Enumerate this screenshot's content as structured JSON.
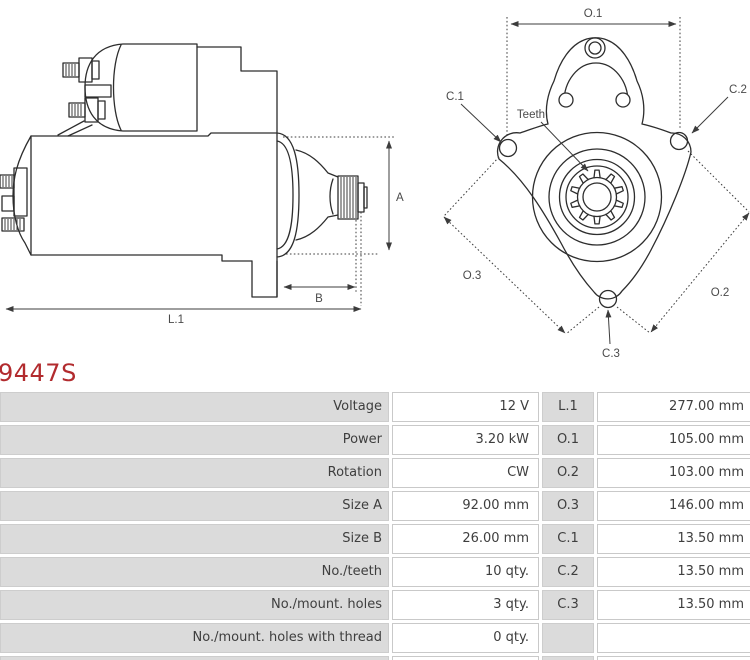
{
  "part_number": "9447S",
  "colors": {
    "accent_red": "#b22b2e",
    "table_label_bg": "#dbdbdb",
    "table_border": "#c9c9c9",
    "table_text": "#3e3e3e",
    "drawing_line": "#2d2d2d",
    "dim_label_text": "#4a4a4a"
  },
  "diagram": {
    "side": {
      "a": "A",
      "b": "B",
      "l1": "L.1"
    },
    "front": {
      "o1": "O.1",
      "o2": "O.2",
      "o3": "O.3",
      "c1": "C.1",
      "c2": "C.2",
      "c3": "C.3",
      "teeth": "Teeth"
    }
  },
  "specs": {
    "rows": [
      {
        "label": "Voltage",
        "value": "12 V",
        "dim": "L.1",
        "dim_value": "277.00 mm"
      },
      {
        "label": "Power",
        "value": "3.20 kW",
        "dim": "O.1",
        "dim_value": "105.00 mm"
      },
      {
        "label": "Rotation",
        "value": "CW",
        "dim": "O.2",
        "dim_value": "103.00 mm"
      },
      {
        "label": "Size A",
        "value": "92.00 mm",
        "dim": "O.3",
        "dim_value": "146.00 mm"
      },
      {
        "label": "Size B",
        "value": "26.00 mm",
        "dim": "C.1",
        "dim_value": "13.50 mm"
      },
      {
        "label": "No./teeth",
        "value": "10 qty.",
        "dim": "C.2",
        "dim_value": "13.50 mm"
      },
      {
        "label": "No./mount. holes",
        "value": "3 qty.",
        "dim": "C.3",
        "dim_value": "13.50 mm"
      },
      {
        "label": "No./mount. holes with thread",
        "value": "0 qty.",
        "dim": "",
        "dim_value": ""
      }
    ]
  }
}
